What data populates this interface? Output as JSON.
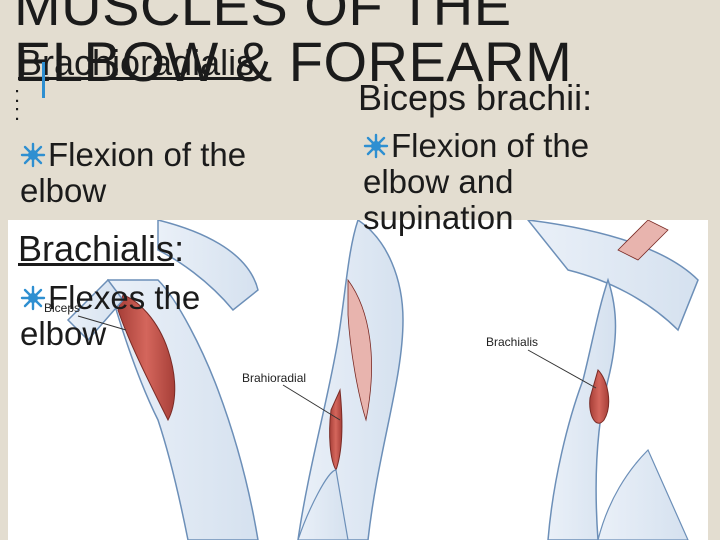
{
  "slide": {
    "title": "MUSCLES OF THE\nELBOW & FOREARM",
    "brachioradialis": {
      "heading": "Brachioradialis",
      "colon": ":",
      "bullet": "Flexion of the elbow"
    },
    "brachialis": {
      "heading": "Brachialis",
      "colon": ":",
      "bullet": "Flexes the elbow"
    },
    "biceps": {
      "heading": "Biceps brachii:",
      "bullet": "Flexion of the elbow and supination"
    },
    "bullet_icon": "star-burst-icon",
    "colors": {
      "background": "#e3ddd0",
      "bullet": "#2e8fd1",
      "muscle": "#c0524a",
      "skin_outline": "#6c8fb8"
    }
  },
  "illustration": {
    "labels": {
      "biceps": "Biceps",
      "brachioradial": "Brahioradial",
      "brachialis": "Brachialis"
    }
  }
}
